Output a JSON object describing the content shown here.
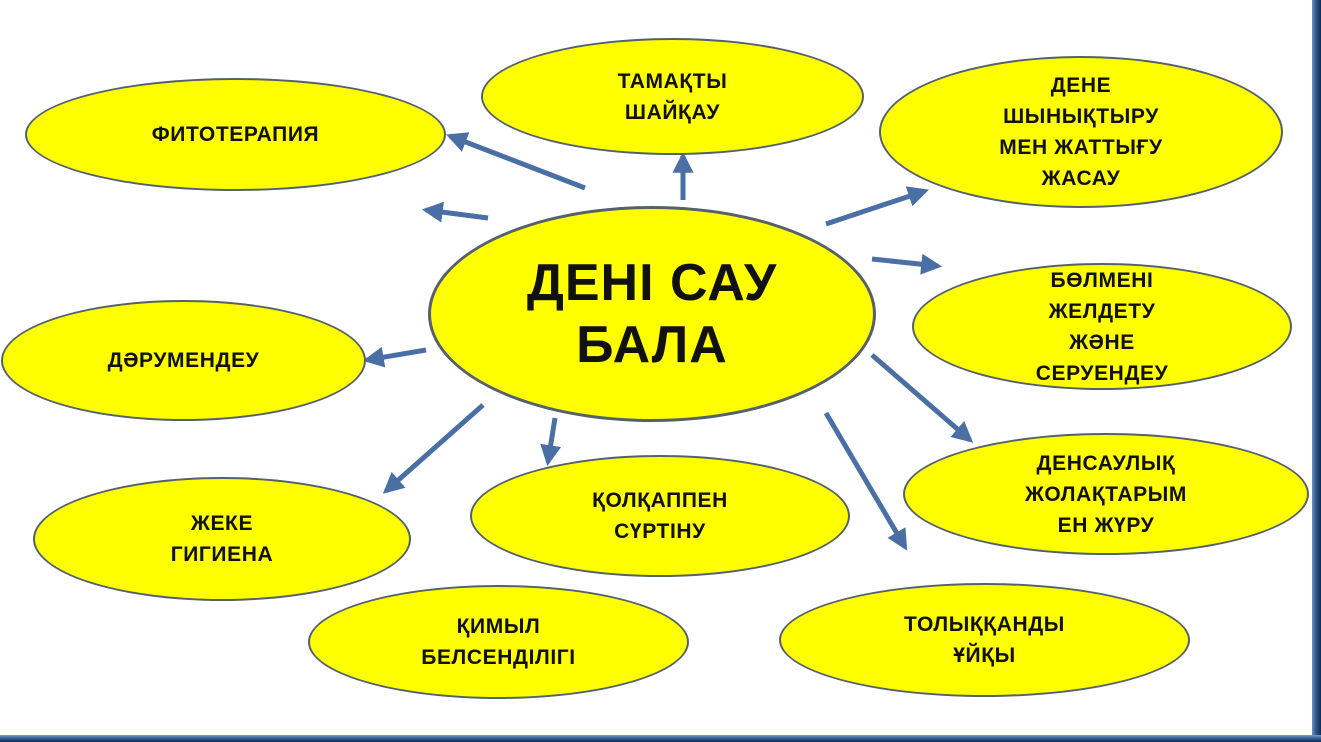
{
  "diagram": {
    "type": "radial-mind-map",
    "fill_color": "#ffff00",
    "outline_color": "#54606b",
    "arrow_color": "#4a6fa5",
    "center": {
      "label": "ДЕНІ САУ\nБАЛА"
    },
    "nodes": [
      {
        "id": "fitoterapiya",
        "label": "ФИТОТЕРАПИЯ"
      },
      {
        "id": "tamaqty-shaiqau",
        "label": "ТАМАҚТЫ\nШАЙҚАУ"
      },
      {
        "id": "dene-shynyqtyru",
        "label": "ДЕНЕ\nШЫНЫҚТЫРУ\nМЕН ЖАТТЫҒУ\nЖАСАУ"
      },
      {
        "id": "bolmeni-zheldetu",
        "label": "БӨЛМЕНІ\nЖЕЛДЕТУ\nЖӘНЕ\nСЕРУЕНДЕУ"
      },
      {
        "id": "densaulyq-zholaqtary",
        "label": "ДЕНСАУЛЫҚ\nЖОЛАҚТАРЫМ\nЕН ЖҮРУ"
      },
      {
        "id": "tolyqqandy-uiqy",
        "label": "ТОЛЫҚҚАНДЫ\nҰЙҚЫ"
      },
      {
        "id": "qolqappen-surtinu",
        "label": "ҚОЛҚАППЕН\nСҮРТІНУ"
      },
      {
        "id": "qimyl-belsendiligi",
        "label": "ҚИМЫЛ\nБЕЛСЕНДІЛІГІ"
      },
      {
        "id": "zheke-gigiena",
        "label": "ЖЕКЕ\nГИГИЕНА"
      },
      {
        "id": "darumendeu",
        "label": "ДӘРУМЕНДЕУ"
      }
    ]
  }
}
